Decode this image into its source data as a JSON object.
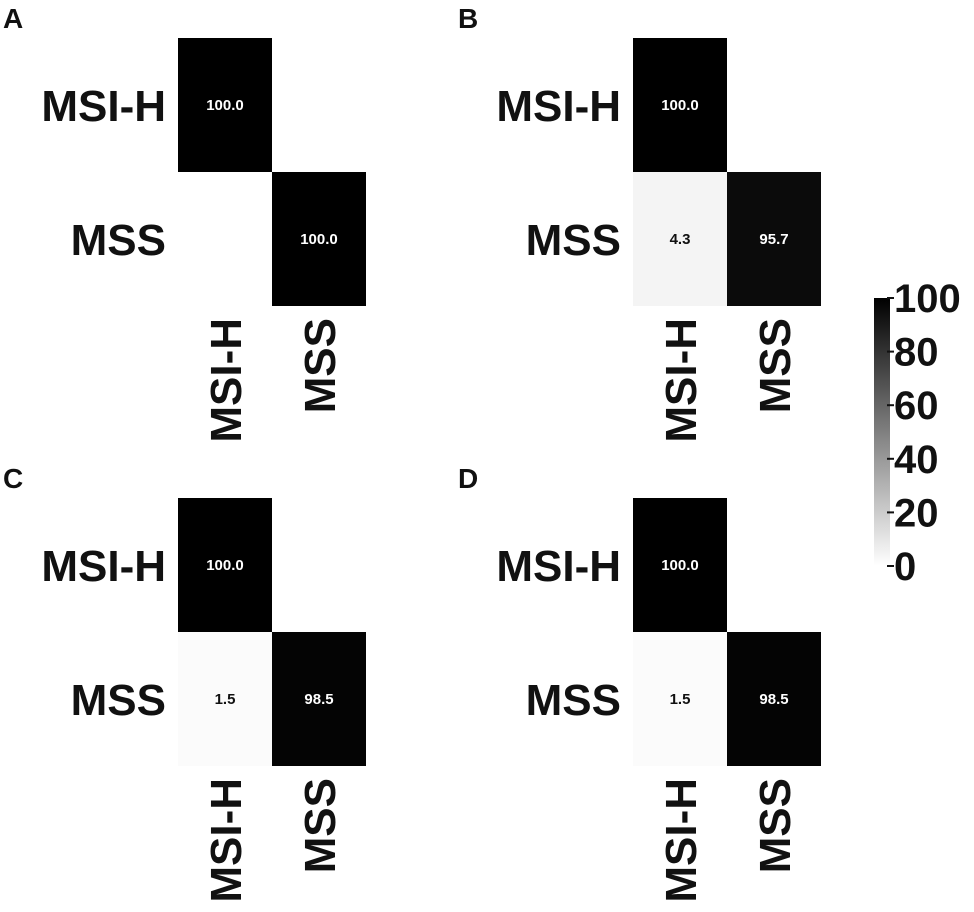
{
  "chart_data": [
    {
      "type": "heatmap",
      "panel": "A",
      "rows": [
        "MSI-H",
        "MSS"
      ],
      "columns": [
        "MSI-H",
        "MSS"
      ],
      "values": [
        [
          100.0,
          null
        ],
        [
          null,
          100.0
        ]
      ]
    },
    {
      "type": "heatmap",
      "panel": "B",
      "rows": [
        "MSI-H",
        "MSS"
      ],
      "columns": [
        "MSI-H",
        "MSS"
      ],
      "values": [
        [
          100.0,
          null
        ],
        [
          4.3,
          95.7
        ]
      ]
    },
    {
      "type": "heatmap",
      "panel": "C",
      "rows": [
        "MSI-H",
        "MSS"
      ],
      "columns": [
        "MSI-H",
        "MSS"
      ],
      "values": [
        [
          100.0,
          null
        ],
        [
          1.5,
          98.5
        ]
      ]
    },
    {
      "type": "heatmap",
      "panel": "D",
      "rows": [
        "MSI-H",
        "MSS"
      ],
      "columns": [
        "MSI-H",
        "MSS"
      ],
      "values": [
        [
          100.0,
          null
        ],
        [
          1.5,
          98.5
        ]
      ]
    }
  ],
  "colorbar": {
    "range": [
      0,
      100
    ],
    "ticks": [
      "0",
      "20",
      "40",
      "60",
      "80",
      "100"
    ],
    "low_color": "#ffffff",
    "high_color": "#000000"
  }
}
